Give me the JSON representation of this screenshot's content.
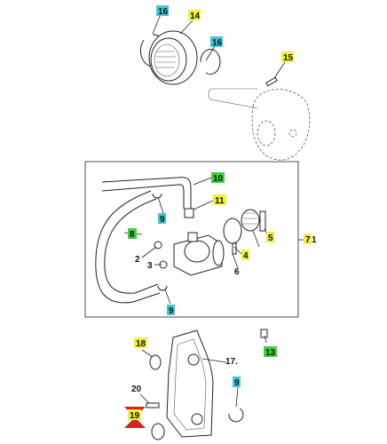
{
  "callouts": {
    "c16a": "16",
    "c14": "14",
    "c16b": "16",
    "c15": "15",
    "c10": "10",
    "c11": "11",
    "c9a": "9",
    "c8": "8",
    "c1": "1",
    "c7": "7",
    "c2": "2",
    "c3": "3",
    "c4": "4",
    "c5": "5",
    "c6": "6",
    "c9b": "9",
    "c13": "13",
    "c18": "18",
    "c17": "17.",
    "c20": "20",
    "c9c": "9",
    "c19": "19"
  },
  "colors": {
    "cyan": "#40c8d8",
    "yellow": "#f2f03a",
    "green": "#3ed13e",
    "red": "#e02020"
  }
}
